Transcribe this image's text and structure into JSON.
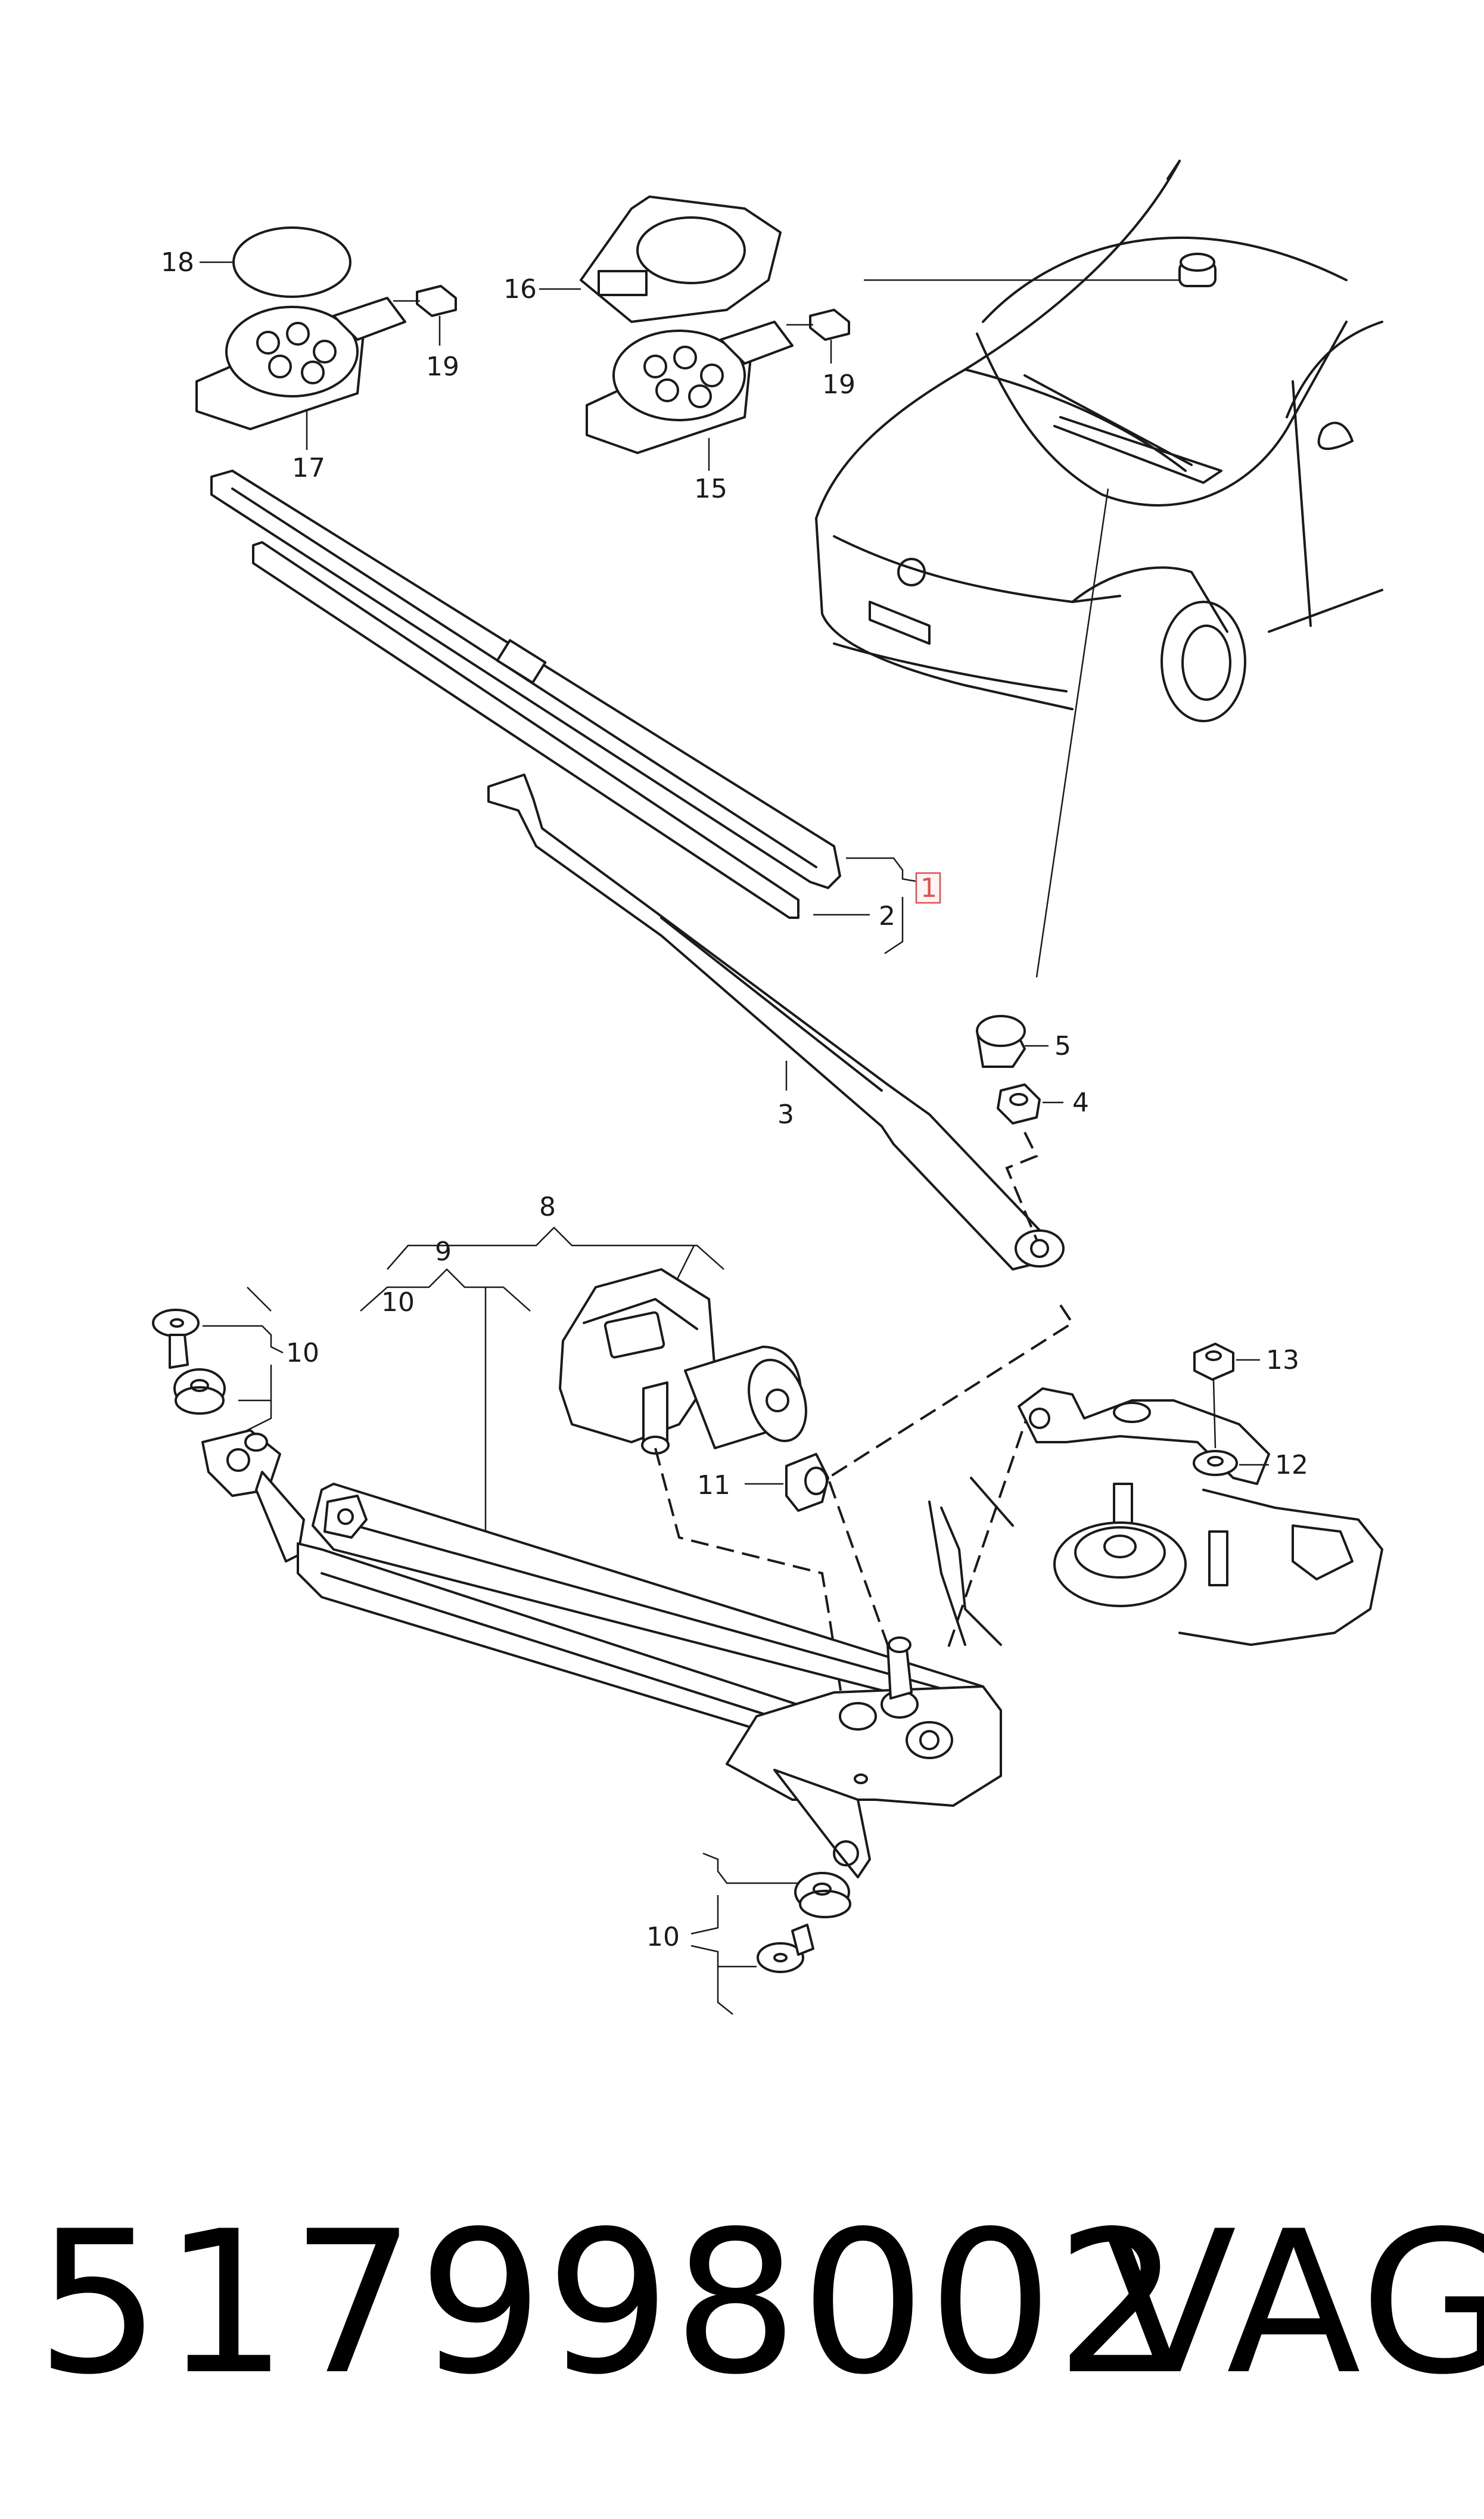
{
  "callouts": {
    "c1": "1",
    "c2": "2",
    "c3": "3",
    "c4": "4",
    "c5": "5",
    "c8": "8",
    "c9": "9",
    "c10a": "10",
    "c10b": "10",
    "c10c": "10",
    "c11": "11",
    "c12": "12",
    "c13": "13",
    "c15": "15",
    "c16": "16",
    "c17": "17",
    "c18": "18",
    "c19a": "19",
    "c19b": "19"
  },
  "footer": {
    "part_number": "517998002",
    "brand": "VAG"
  },
  "colors": {
    "line": "#1a1a1a",
    "highlight": "#e05050"
  }
}
